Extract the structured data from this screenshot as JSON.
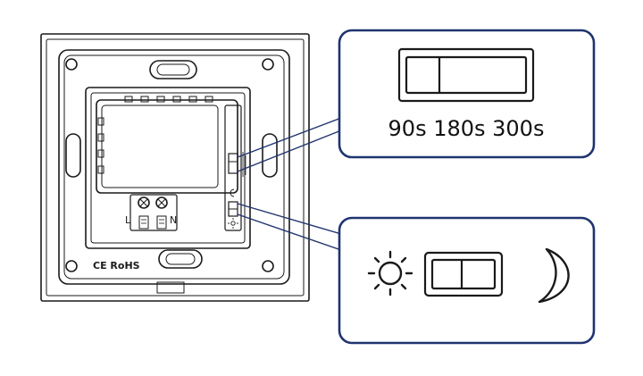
{
  "device": {
    "marks": {
      "ce_rohs": "CE RoHS",
      "live_label": "L",
      "neutral_label": "N"
    }
  },
  "callouts": {
    "timer": {
      "options_text": "90s 180s 300s"
    },
    "light_mode": {
      "day_icon": "sun-icon",
      "night_icon": "moon-icon"
    }
  },
  "colors": {
    "callout_border": "#1f3470",
    "line_art": "#1a1a1a",
    "background": "#ffffff"
  }
}
